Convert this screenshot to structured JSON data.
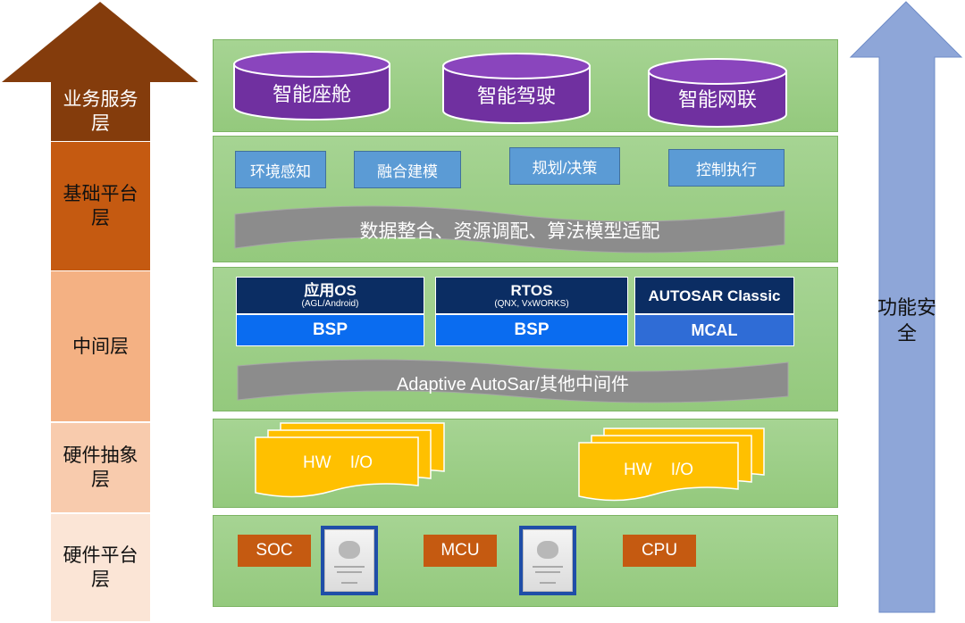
{
  "colors": {
    "band_green": "#9ccf88",
    "cylinder_purple": "#7030a0",
    "box_blue": "#5b9bd5",
    "ribbon_gray": "#8c8c8c",
    "os_dark": "#0b2d63",
    "os_blue": "#0a6cf0",
    "hw_yellow": "#ffc000",
    "chip_orange": "#c55a11",
    "safety_arrow": "#8ea6d8"
  },
  "layers": [
    {
      "label": "业务服务层",
      "color": "#843c0c"
    },
    {
      "label": "基础平台层",
      "color": "#c55a11"
    },
    {
      "label": "中间层",
      "color": "#f4b183"
    },
    {
      "label": "硬件抽象层",
      "color": "#f8cbad"
    },
    {
      "label": "硬件平台层",
      "color": "#fbe5d6"
    }
  ],
  "business": {
    "items": [
      "智能座舱",
      "智能驾驶",
      "智能网联"
    ]
  },
  "platform": {
    "boxes": [
      "环境感知",
      "融合建模",
      "规划/决策",
      "控制执行"
    ],
    "ribbon": "数据整合、资源调配、算法模型适配"
  },
  "middleware": {
    "stacks": [
      {
        "title": "应用OS",
        "subtitle": "(AGL/Android)",
        "base": "BSP"
      },
      {
        "title": "RTOS",
        "subtitle": "(QNX, VxWORKS)",
        "base": "BSP"
      },
      {
        "title": "AUTOSAR Classic",
        "subtitle": "",
        "base": "MCAL"
      }
    ],
    "ribbon": "Adaptive AutoSar/其他中间件"
  },
  "hal": {
    "items": [
      "HW    I/O",
      "HW    I/O"
    ]
  },
  "hardware": {
    "chips": [
      "SOC",
      "MCU",
      "CPU"
    ],
    "chip_icon": "processor-chip-icon"
  },
  "safety": {
    "label": "功能安全"
  }
}
